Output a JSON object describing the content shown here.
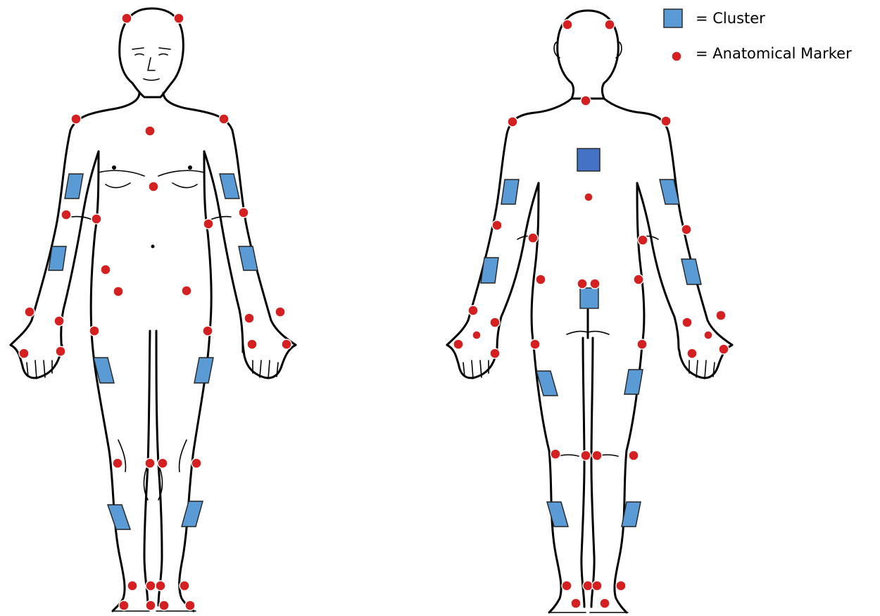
{
  "legend": {
    "cluster_label": "= Cluster",
    "marker_label": "= Anatomical Marker"
  },
  "colors": {
    "marker": "#d42020",
    "cluster": "#5b9bd5",
    "cluster_trunk": "#4472c4",
    "outline": "#000000"
  },
  "views": [
    {
      "name": "front-view",
      "icon": "human-body-front-icon"
    },
    {
      "name": "back-view",
      "icon": "human-body-back-icon"
    }
  ]
}
